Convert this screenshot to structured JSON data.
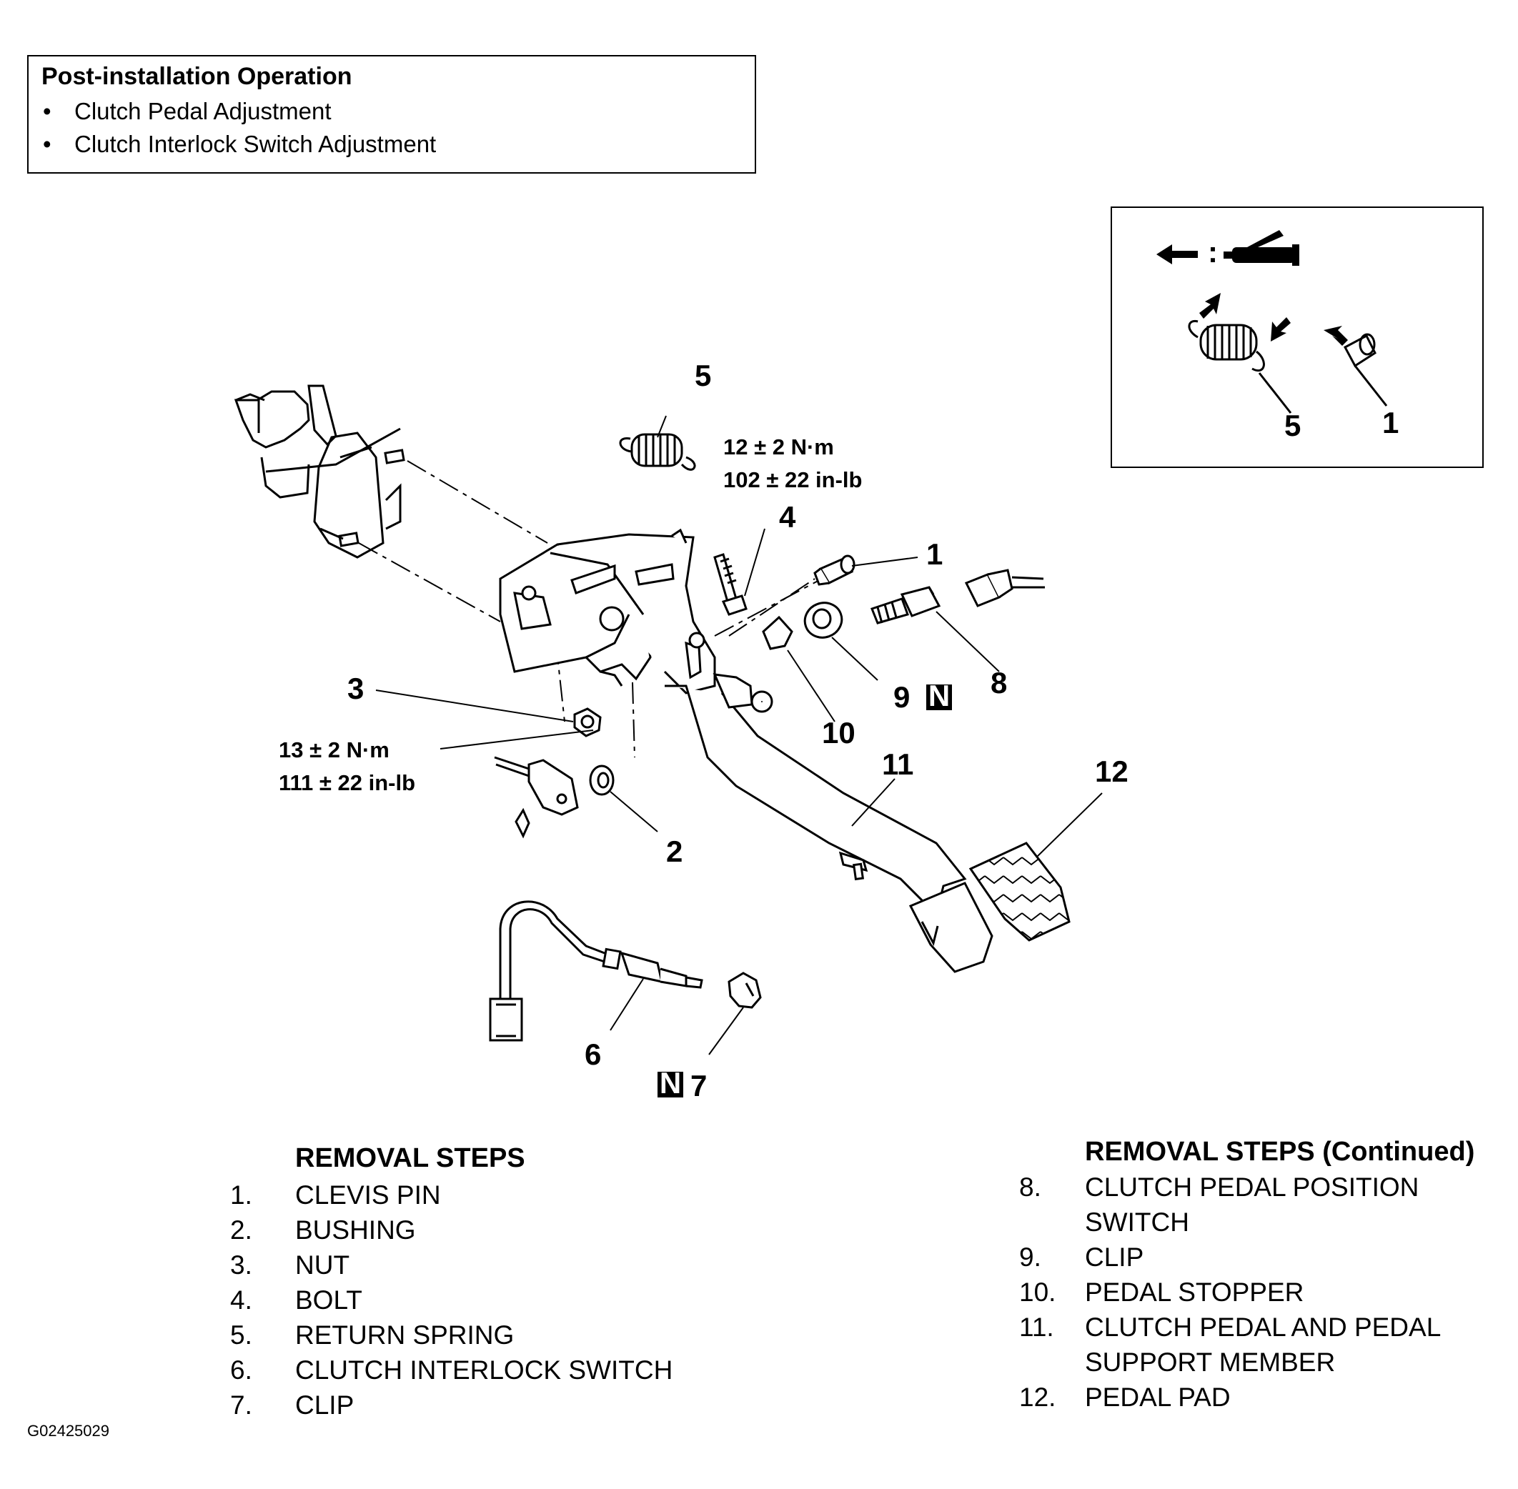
{
  "post_installation": {
    "title": "Post-installation Operation",
    "bullet": "•",
    "items": [
      "Clutch Pedal Adjustment",
      "Clutch Interlock Switch Adjustment"
    ]
  },
  "callouts": {
    "c1": "1",
    "c2": "2",
    "c3": "3",
    "c4": "4",
    "c5": "5",
    "c6": "6",
    "c7": "7",
    "c8": "8",
    "c9": "9",
    "c10": "10",
    "c11": "11",
    "c12": "12",
    "inset_5": "5",
    "inset_1": "1",
    "new_part_mark": "N",
    "inset_colon": ":"
  },
  "torque": {
    "bolt_nm": "12 ± 2 N·m",
    "bolt_inlb": "102 ± 22 in-lb",
    "nut_nm": "13 ± 2 N·m",
    "nut_inlb": "111 ± 22 in-lb"
  },
  "removal_steps": {
    "title": "REMOVAL STEPS",
    "title_continued": "REMOVAL STEPS (Continued)",
    "left": [
      {
        "num": "1.",
        "label": "CLEVIS PIN"
      },
      {
        "num": "2.",
        "label": "BUSHING"
      },
      {
        "num": "3.",
        "label": "NUT"
      },
      {
        "num": "4.",
        "label": "BOLT"
      },
      {
        "num": "5.",
        "label": "RETURN SPRING"
      },
      {
        "num": "6.",
        "label": "CLUTCH INTERLOCK SWITCH"
      },
      {
        "num": "7.",
        "label": "CLIP"
      }
    ],
    "right": [
      {
        "num": "8.",
        "label": "CLUTCH PEDAL POSITION",
        "label2": "SWITCH"
      },
      {
        "num": "9.",
        "label": "CLIP"
      },
      {
        "num": "10.",
        "label": "PEDAL STOPPER"
      },
      {
        "num": "11.",
        "label": "CLUTCH PEDAL AND PEDAL",
        "label2": "SUPPORT MEMBER"
      },
      {
        "num": "12.",
        "label": "PEDAL PAD"
      }
    ]
  },
  "figure_id": "G02425029"
}
